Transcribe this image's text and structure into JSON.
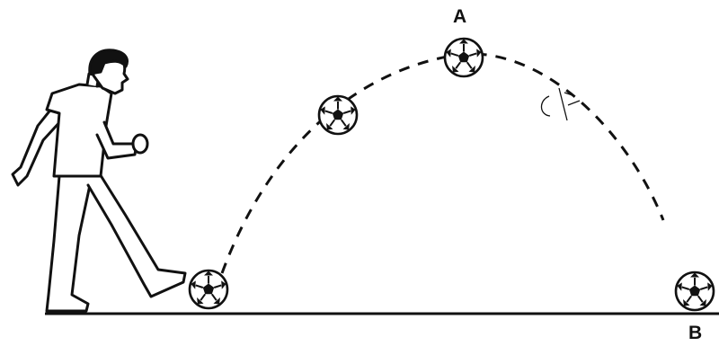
{
  "labels": {
    "point_a": "A",
    "point_b": "B"
  },
  "colors": {
    "ink": "#111111",
    "background": "#ffffff"
  },
  "icons": [
    "soccer-ball-icon",
    "person-kicking"
  ]
}
